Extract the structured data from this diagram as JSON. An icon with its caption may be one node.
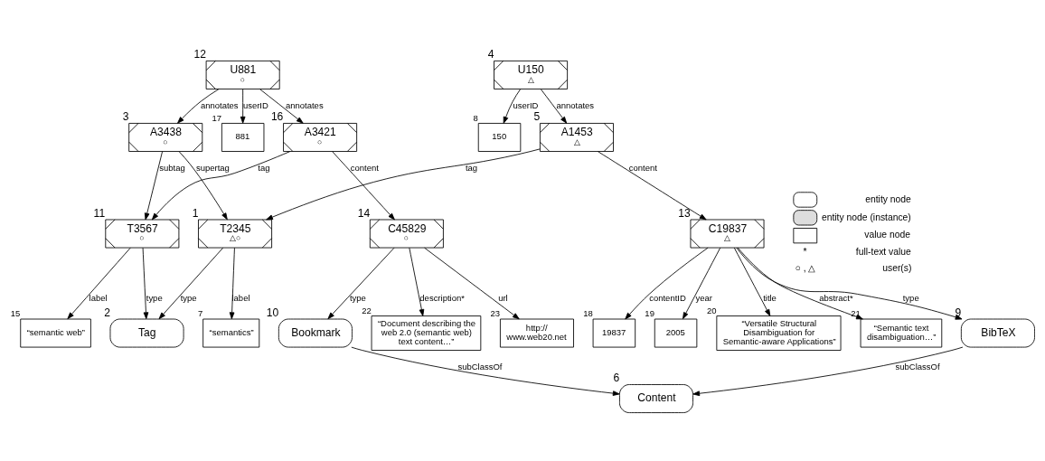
{
  "diagram": {
    "nodes": [
      {
        "text": [
          "T2345",
          "△○"
        ],
        "beside": [
          "1"
        ]
      },
      {
        "text": [
          "Tag"
        ],
        "beside": [
          "2"
        ]
      },
      {
        "text": [
          "A3438",
          "○"
        ],
        "beside": [
          "3"
        ]
      },
      {
        "text": [
          "U150",
          "△"
        ],
        "beside": [
          "4"
        ]
      },
      {
        "text": [
          "A1453",
          "△"
        ],
        "beside": [
          "5"
        ]
      },
      {
        "text": [
          "Content"
        ],
        "beside": [
          "6"
        ]
      },
      {
        "text": [
          "“semantics”"
        ],
        "beside": [
          "7"
        ]
      },
      {
        "text": [
          "150"
        ],
        "beside": [
          "8"
        ]
      },
      {
        "text": [
          "BibTeX"
        ],
        "beside": [
          "9"
        ]
      },
      {
        "text": [
          "Bookmark"
        ],
        "beside": [
          "10"
        ]
      },
      {
        "text": [
          "T3567",
          "○"
        ],
        "beside": [
          "11"
        ]
      },
      {
        "text": [
          "U881",
          "○"
        ],
        "beside": [
          "12"
        ]
      },
      {
        "text": [
          "C19837",
          "△"
        ],
        "beside": [
          "13"
        ]
      },
      {
        "text": [
          "C45829",
          "○"
        ],
        "beside": [
          "14"
        ]
      },
      {
        "text": [
          "“semantic web”"
        ],
        "beside": [
          "15"
        ]
      },
      {
        "text": [
          "A3421",
          "○"
        ],
        "beside": [
          "16"
        ]
      },
      {
        "text": [
          "881"
        ],
        "beside": [
          "17"
        ]
      },
      {
        "text": [
          "19837"
        ],
        "beside": [
          "18"
        ]
      },
      {
        "text": [
          "2005"
        ],
        "beside": [
          "19"
        ]
      },
      {
        "text": [
          "“Versatile Structural Disambiguation for Semantic-aware Applications”"
        ],
        "beside": [
          "20"
        ]
      },
      {
        "text": [
          "“Semantic text disambiguation…”"
        ],
        "beside": [
          "21"
        ]
      },
      {
        "text": [
          "“Document describing the web 2.0 (semantic web) text content…”"
        ],
        "beside": [
          "22"
        ]
      },
      {
        "text": [
          "http:// www.web20.net"
        ],
        "beside": [
          "23"
        ]
      }
    ],
    "edges": [
      {
        "from": 4,
        "to": 0,
        "arrow": "to",
        "label": "tag"
      },
      {
        "from": 0,
        "to": 1,
        "arrow": "to",
        "label": "type"
      },
      {
        "from": 0,
        "to": 6,
        "arrow": "to",
        "label": "label"
      },
      {
        "from": 2,
        "to": 0,
        "arrow": "to",
        "label": "supertag"
      },
      {
        "from": 2,
        "to": 10,
        "arrow": "to",
        "label": "subtag"
      },
      {
        "from": 3,
        "to": 4,
        "arrow": "to",
        "label": "annotates"
      },
      {
        "from": 3,
        "to": 7,
        "arrow": "to",
        "label": "userID"
      },
      {
        "from": 4,
        "to": 12,
        "arrow": "to",
        "label": "content"
      },
      {
        "from": 8,
        "to": 5,
        "arrow": "to",
        "label": "subClassOf"
      },
      {
        "from": 9,
        "to": 5,
        "arrow": "to",
        "label": "subClassOf"
      },
      {
        "from": 10,
        "to": 1,
        "arrow": "to",
        "label": "type"
      },
      {
        "from": 11,
        "to": 2,
        "arrow": "to",
        "label": "annotates"
      },
      {
        "from": 11,
        "to": 15,
        "arrow": "to",
        "label": "annotates"
      },
      {
        "from": 11,
        "to": 16,
        "arrow": "to",
        "label": "userID"
      },
      {
        "from": 12,
        "to": 8,
        "arrow": "to",
        "label": "type"
      },
      {
        "from": 12,
        "to": 17,
        "arrow": "to",
        "label": "contentID"
      },
      {
        "from": 12,
        "to": 18,
        "arrow": "to",
        "label": "year"
      },
      {
        "from": 12,
        "to": 19,
        "arrow": "to",
        "label": "title"
      },
      {
        "from": 12,
        "to": 20,
        "arrow": "to",
        "label": "abstract*"
      },
      {
        "from": 13,
        "to": 9,
        "arrow": "to",
        "label": "type"
      },
      {
        "from": 13,
        "to": 21,
        "arrow": "to",
        "label": "description*"
      },
      {
        "from": 13,
        "to": 22,
        "arrow": "to",
        "label": "url"
      },
      {
        "from": 10,
        "to": 14,
        "arrow": "to",
        "label": "label"
      },
      {
        "from": 15,
        "to": 10,
        "arrow": "to",
        "label": "tag"
      },
      {
        "from": 15,
        "to": 13,
        "arrow": "to",
        "label": "content"
      }
    ],
    "labels": [
      "*",
      "○ , △"
    ],
    "legend": [
      {
        "text": "entity node"
      },
      {
        "text": "entity node (instance)"
      },
      {
        "text": "value node"
      },
      {
        "text": "full-text value"
      },
      {
        "text": "user(s)"
      }
    ]
  }
}
